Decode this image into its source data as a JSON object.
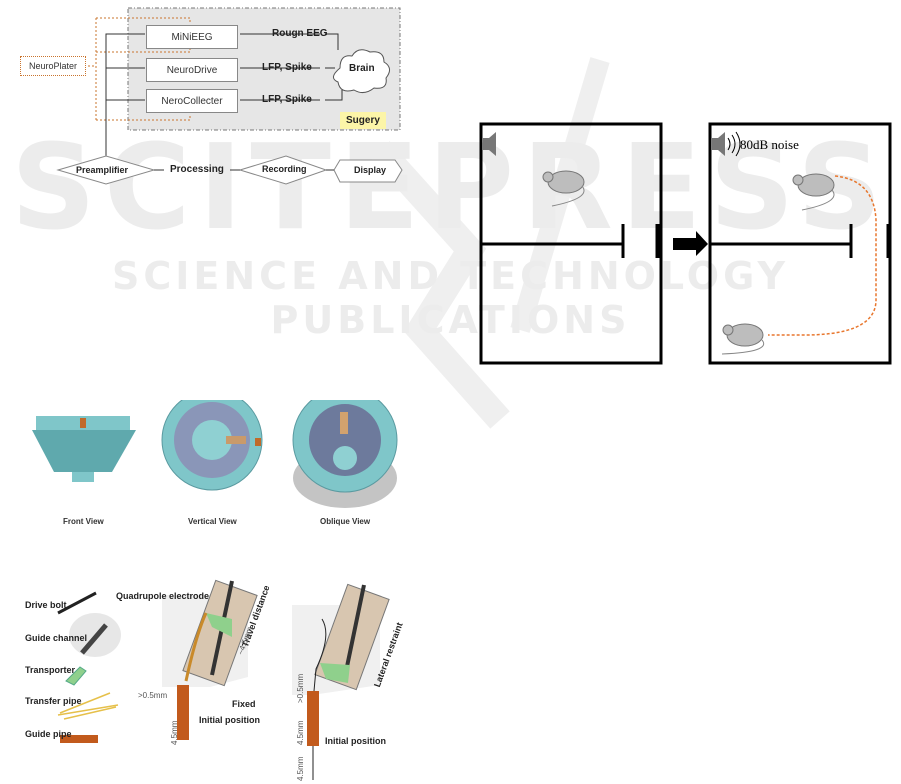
{
  "watermark": {
    "title": "SCITEPRESS",
    "subtitle": "SCIENCE AND TECHNOLOGY PUBLICATIONS"
  },
  "system_diagram": {
    "modules": [
      "MiNiEEG",
      "NeuroDrive",
      "NeroCollecter"
    ],
    "signals": [
      "Rougn EEG",
      "LFP, Spike",
      "LFP, Spike"
    ],
    "target": "Brain",
    "controller": "NeuroPlater",
    "surgery_note": "Sugery",
    "pipeline": [
      "Preamplifier",
      "Processing",
      "Recording",
      "Display"
    ]
  },
  "device_views": {
    "labels": [
      "Front View",
      "Vertical View",
      "Oblique View"
    ]
  },
  "drive_parts": {
    "parts": [
      "Drive bolt",
      "Guide channel",
      "Transporter",
      "Transfer pipe",
      "Guide pipe"
    ],
    "annotations": {
      "electrode": "Quadrupole electrode",
      "travel": "Travel distance",
      "travel_dim": "~4.5mm",
      "fixed": "Fixed",
      "initial_1": "Initial position",
      "initial_2": "Initial position",
      "lateral": "Lateral restraint",
      "dim_gap": ">0.5mm",
      "dim_pipe": "4.5mm",
      "dim_gap_2": ">0.5mm",
      "dim_pipe_2": "4.5mm",
      "dim_extra": "4.5mm"
    }
  },
  "behavior_test": {
    "noise_label": "80dB noise"
  },
  "colors": {
    "orange_dashed": "#e8772e",
    "surgery_note_bg": "#fcf5a8",
    "device_teal": "#7fc6c9",
    "guide_pipe": "#c25a1c",
    "transporter_green": "#8fd08c"
  }
}
